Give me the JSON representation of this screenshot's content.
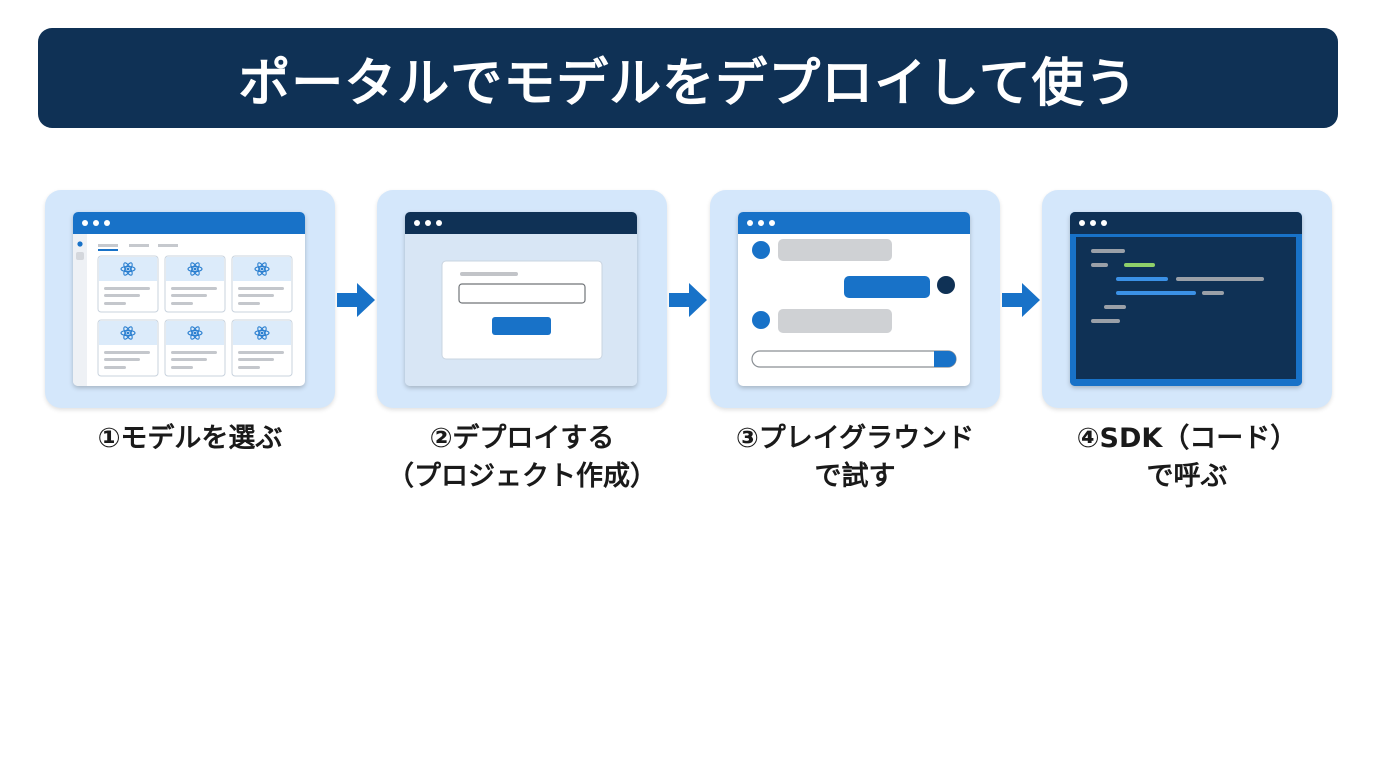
{
  "title": "ポータルでモデルをデプロイして使う",
  "steps": [
    {
      "line1": "①モデルを選ぶ",
      "line2": ""
    },
    {
      "line1": "②デプロイする",
      "line2": "（プロジェクト作成）"
    },
    {
      "line1": "③プレイグラウンド",
      "line2": "で試す"
    },
    {
      "line1": "④SDK（コード）",
      "line2": "で呼ぶ"
    }
  ],
  "colors": {
    "title_bg": "#0f3155",
    "card_bg": "#d4e7fb",
    "accent_blue": "#1872c8",
    "navy": "#0f3155",
    "code_green": "#8fd06a"
  },
  "icons": [
    "atom-icon",
    "arrow-right-icon",
    "user-avatar-icon",
    "bot-avatar-icon"
  ]
}
